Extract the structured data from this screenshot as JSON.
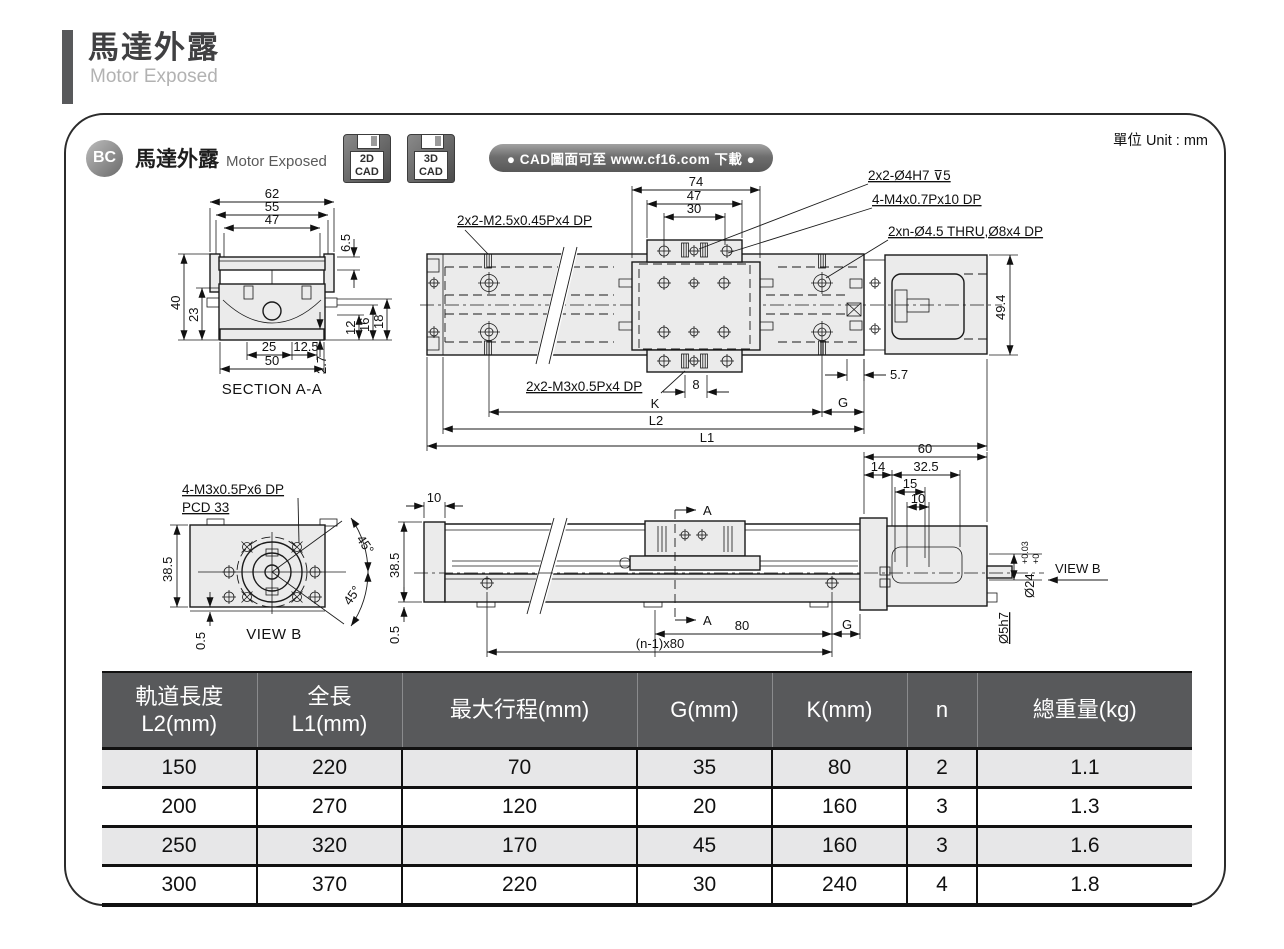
{
  "page": {
    "title_zh": "馬達外露",
    "title_en": "Motor Exposed",
    "unit_label": "單位 Unit : mm"
  },
  "header": {
    "badge": "BC",
    "product_zh": "馬達外露",
    "product_en": "Motor Exposed",
    "cad_2d": {
      "line1": "2D",
      "line2": "CAD"
    },
    "cad_3d": {
      "line1": "3D",
      "line2": "CAD"
    },
    "banner": "● CAD圖面可至 www.cf16.com 下載 ●"
  },
  "drawings": {
    "section_aa": {
      "caption": "SECTION A-A",
      "d62": "62",
      "d55": "55",
      "d47": "47",
      "d6_5": "6.5",
      "d40": "40",
      "d23": "23",
      "d12": "12",
      "d16": "16",
      "d18": "18",
      "d25": "25",
      "d12_5": "12.5",
      "d50": "50",
      "d2_7": "2.7"
    },
    "plan": {
      "label_m25": "2x2-M2.5x0.45Px4 DP",
      "d74": "74",
      "d47": "47",
      "d30": "30",
      "label_h7": "2x2-Ø4H7 ⊽5",
      "label_m4": "4-M4x0.7Px10 DP",
      "label_thru": "2xn-Ø4.5 THRU,Ø8x4 DP",
      "label_m3": "2x2-M3x0.5Px4 DP",
      "d8": "8",
      "d5_7": "5.7",
      "dK": "K",
      "dG": "G",
      "dL2": "L2",
      "dL1": "L1",
      "d49_4": "49.4"
    },
    "flange": {
      "label_m3": "4-M3x0.5Px6 DP",
      "label_pcd": "PCD 33",
      "d38_5": "38.5",
      "d0_5": "0.5",
      "d45a": "45°",
      "d45b": "45°",
      "caption": "VIEW B"
    },
    "side": {
      "d10": "10",
      "d38_5": "38.5",
      "d0_5": "0.5",
      "a_top": "A",
      "a_bot": "A",
      "d80": "80",
      "dn80": "(n-1)x80",
      "dG": "G"
    },
    "motor": {
      "d60": "60",
      "d14": "14",
      "d32_5": "32.5",
      "d15": "15",
      "d10": "10",
      "d24": "Ø24",
      "tol_hi": "+0.03",
      "tol_lo": "+0",
      "d5h7": "Ø5h7",
      "view_b": "VIEW B"
    }
  },
  "table": {
    "headers": [
      "軌道長度\nL2(mm)",
      "全長\nL1(mm)",
      "最大行程(mm)",
      "G(mm)",
      "K(mm)",
      "n",
      "總重量(kg)"
    ],
    "rows": [
      [
        "150",
        "220",
        "70",
        "35",
        "80",
        "2",
        "1.1"
      ],
      [
        "200",
        "270",
        "120",
        "20",
        "160",
        "3",
        "1.3"
      ],
      [
        "250",
        "320",
        "170",
        "45",
        "160",
        "3",
        "1.6"
      ],
      [
        "300",
        "370",
        "220",
        "30",
        "240",
        "4",
        "1.8"
      ]
    ]
  }
}
